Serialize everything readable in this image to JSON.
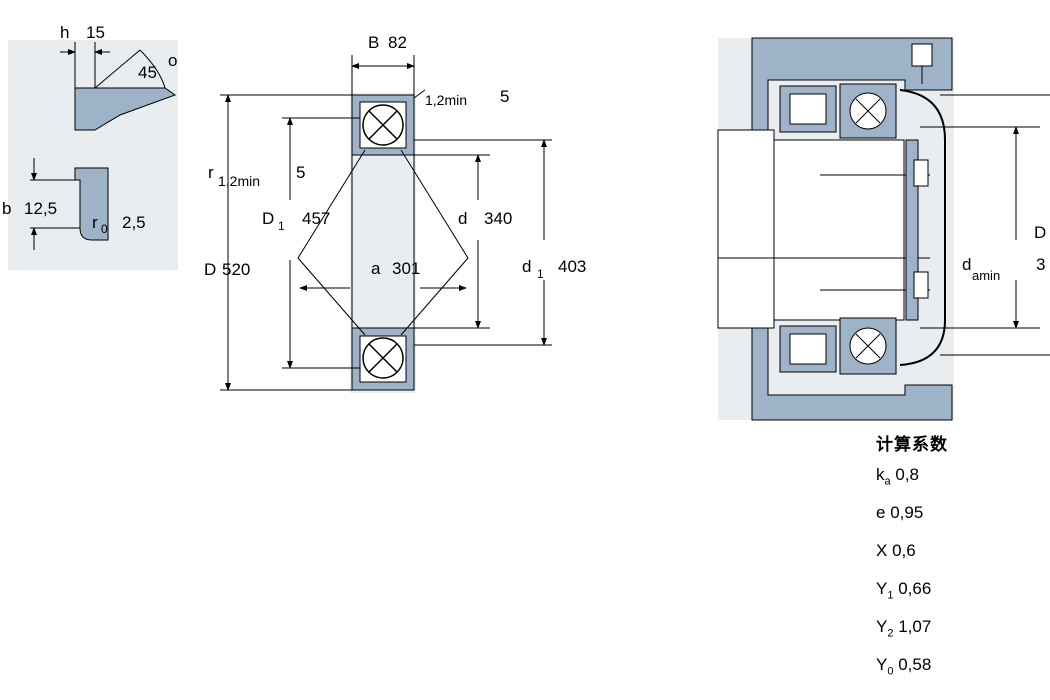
{
  "chamfer_detail": {
    "h_label": "h",
    "h_value": "15",
    "angle_label": "45",
    "angle_unit": "o",
    "b_label": "b",
    "b_value": "12,5",
    "r0_label": "r",
    "r0_sub": "0",
    "r0_value": "2,5"
  },
  "bearing_section": {
    "B_label": "B",
    "B_value": "82",
    "r_top_label": "1,2min",
    "r_top_value": "5",
    "r_left_label": "r",
    "r_left_sub": "1,2min",
    "r_left_value": "5",
    "D1_label": "D",
    "D1_sub": "1",
    "D1_value": "457",
    "d_label": "d",
    "d_value": "340",
    "a_label": "a",
    "a_value": "301",
    "D_label": "D",
    "D_value": "520",
    "d1_label": "d",
    "d1_sub": "1",
    "d1_value": "403"
  },
  "mounting": {
    "D_label": "D",
    "damin_label": "d",
    "damin_sub": "amin",
    "damin_value": "3"
  },
  "coefficients": {
    "title": "计算系数",
    "rows": [
      {
        "label": "k",
        "sub": "a",
        "value": "0,8"
      },
      {
        "label": "e",
        "sub": "",
        "value": "0,95"
      },
      {
        "label": "X",
        "sub": "",
        "value": "0,6"
      },
      {
        "label": "Y",
        "sub": "1",
        "value": "0,66"
      },
      {
        "label": "Y",
        "sub": "2",
        "value": "1,07"
      },
      {
        "label": "Y",
        "sub": "0",
        "value": "0,58"
      }
    ]
  },
  "colors": {
    "shade": "#9fb3c8",
    "panel": "#e9edf0",
    "line": "#000000"
  }
}
